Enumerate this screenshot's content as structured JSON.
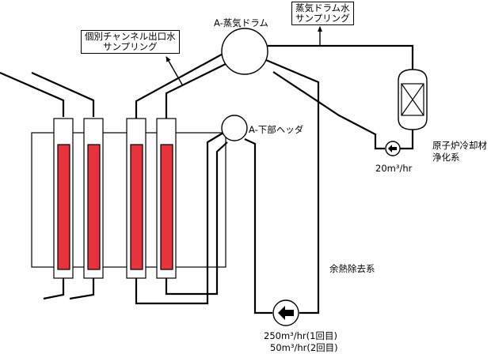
{
  "labels": {
    "steam_drum": "A-蒸気ドラム",
    "lower_header": "A-下部ヘッダ",
    "residual_heat_removal": "余熱除去系",
    "cleanup_system_line1": "原子炉冷却材",
    "cleanup_system_line2": "浄化系",
    "cleanup_flow": "20m³/hr",
    "rhr_flow_1": "250m³/hr(1回目)",
    "rhr_flow_2": "50m³/hr(2回目)"
  },
  "callouts": {
    "channel_outlet_line1": "個別チャンネル出口水",
    "channel_outlet_line2": "サンプリング",
    "drum_water_line1": "蒸気ドラム水",
    "drum_water_line2": "サンプリング"
  },
  "colors": {
    "fuel": "#e8323c",
    "line": "#000000",
    "fill": "#ffffff"
  }
}
